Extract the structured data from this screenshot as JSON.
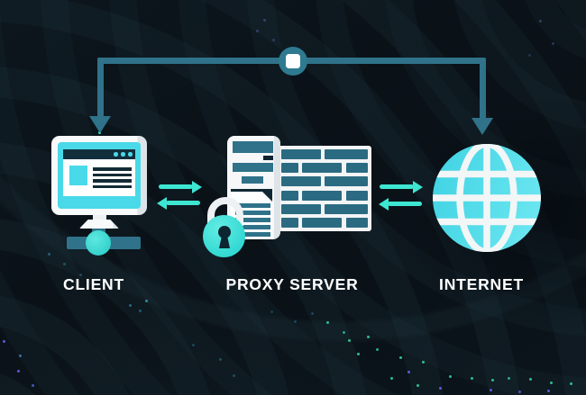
{
  "diagram": {
    "nodes": [
      {
        "id": "client",
        "label": "CLIENT",
        "icon": "client-computer-icon"
      },
      {
        "id": "proxy",
        "label": "PROXY SERVER",
        "icon": "server-firewall-lock-icon"
      },
      {
        "id": "internet",
        "label": "INTERNET",
        "icon": "globe-icon"
      }
    ],
    "connections": [
      {
        "from": "client",
        "to": "proxy",
        "style": "double-arrows-bidirectional"
      },
      {
        "from": "proxy",
        "to": "internet",
        "style": "double-arrows-bidirectional"
      },
      {
        "from": "client",
        "to": "internet",
        "style": "top-return-path-with-square-node"
      }
    ],
    "colors": {
      "background": "#0b141b",
      "connector_teal": "#2f7289",
      "brick_teal": "#2b6b82",
      "icon_cyan": "#49d9e8",
      "arrow_turquoise": "#3ee6d2",
      "icon_white": "#f4f6f7",
      "detail_navy": "#12303c",
      "label_white": "#ffffff"
    }
  }
}
